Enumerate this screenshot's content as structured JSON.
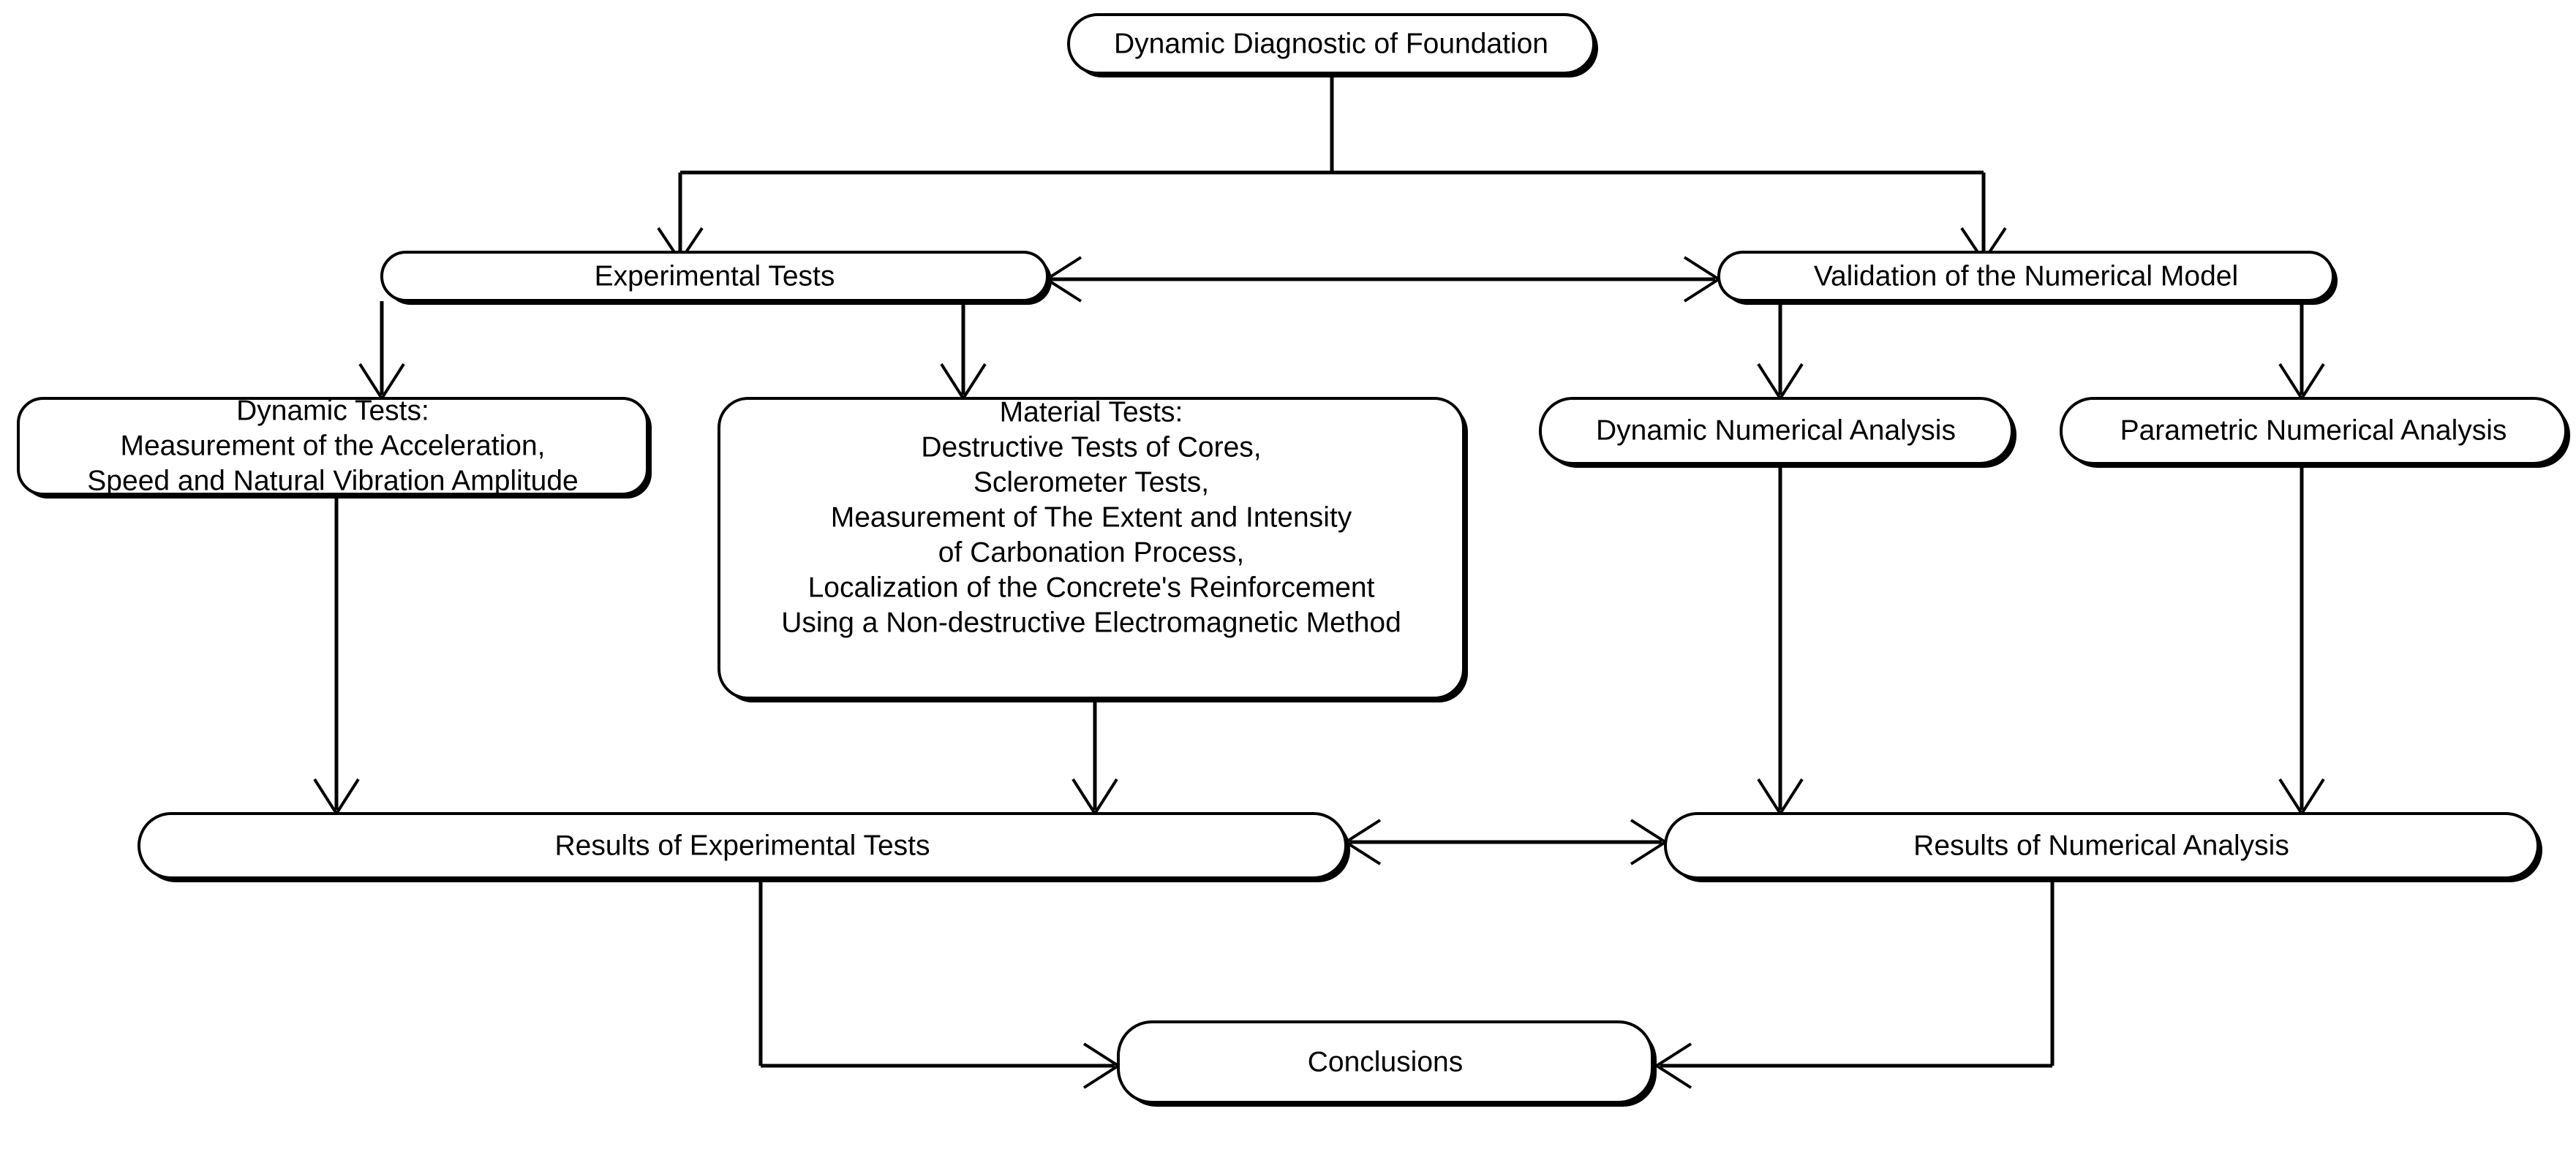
{
  "diagram": {
    "title": "Dynamic Diagnostic of Foundation",
    "background_color": "#ffffff",
    "line_color": "#000000",
    "node_fill": "#ffffff"
  },
  "nodes": {
    "root": {
      "label": "Dynamic Diagnostic of Foundation"
    },
    "experimental_tests": {
      "label": "Experimental Tests"
    },
    "validation": {
      "label": "Validation of the Numerical Model"
    },
    "dynamic_tests": {
      "line1": "Dynamic Tests:",
      "line2": "Measurement of the Acceleration,",
      "line3": "Speed and Natural Vibration Amplitude"
    },
    "material_tests": {
      "line1": "Material Tests:",
      "line2": "Destructive Tests of Cores,",
      "line3": "Sclerometer Tests,",
      "line4": "Measurement of The Extent and Intensity",
      "line5": "of Carbonation Process,",
      "line6": "Localization of the Concrete's Reinforcement",
      "line7": "Using a Non-destructive Electromagnetic Method"
    },
    "dynamic_numerical": {
      "label": "Dynamic Numerical Analysis"
    },
    "parametric_numerical": {
      "label": "Parametric Numerical Analysis"
    },
    "results_experimental": {
      "label": "Results of Experimental Tests"
    },
    "results_numerical": {
      "label": "Results of Numerical Analysis"
    },
    "conclusions": {
      "label": "Conclusions"
    }
  },
  "edges": [
    {
      "name": "root-to-experimental-tests",
      "from": "root",
      "to": "experimental_tests",
      "direction": "one-way"
    },
    {
      "name": "root-to-validation",
      "from": "root",
      "to": "validation",
      "direction": "one-way"
    },
    {
      "name": "experimental-tests-to-dynamic-tests",
      "from": "experimental_tests",
      "to": "dynamic_tests",
      "direction": "one-way"
    },
    {
      "name": "experimental-tests-to-material-tests",
      "from": "experimental_tests",
      "to": "material_tests",
      "direction": "one-way"
    },
    {
      "name": "experimental-tests-to-validation",
      "from": "experimental_tests",
      "to": "validation",
      "direction": "two-way"
    },
    {
      "name": "validation-to-dynamic-numerical",
      "from": "validation",
      "to": "dynamic_numerical",
      "direction": "one-way"
    },
    {
      "name": "validation-to-parametric-numerical",
      "from": "validation",
      "to": "parametric_numerical",
      "direction": "one-way"
    },
    {
      "name": "dynamic-tests-to-results-experimental",
      "from": "dynamic_tests",
      "to": "results_experimental",
      "direction": "one-way"
    },
    {
      "name": "material-tests-to-results-experimental",
      "from": "material_tests",
      "to": "results_experimental",
      "direction": "one-way"
    },
    {
      "name": "dynamic-numerical-to-results-numerical",
      "from": "dynamic_numerical",
      "to": "results_numerical",
      "direction": "one-way"
    },
    {
      "name": "parametric-numerical-to-results-numerical",
      "from": "parametric_numerical",
      "to": "results_numerical",
      "direction": "one-way"
    },
    {
      "name": "results-experimental-to-results-numerical",
      "from": "results_experimental",
      "to": "results_numerical",
      "direction": "two-way"
    },
    {
      "name": "results-experimental-to-conclusions",
      "from": "results_experimental",
      "to": "conclusions",
      "direction": "one-way"
    },
    {
      "name": "results-numerical-to-conclusions",
      "from": "results_numerical",
      "to": "conclusions",
      "direction": "one-way"
    }
  ]
}
